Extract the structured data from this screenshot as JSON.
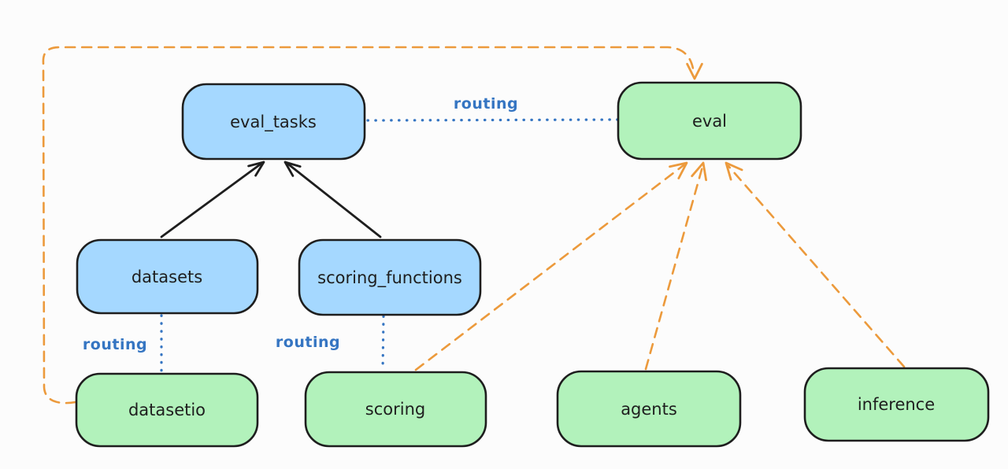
{
  "diagram": {
    "background_color": "#fcfcfc",
    "stroke_color": "#1e1e1e",
    "blue_accent": "#3575c2",
    "orange_accent": "#ec9a3c",
    "nodes": {
      "eval_tasks": {
        "label": "eval_tasks",
        "fill": "#a5d8ff",
        "kind": "registry"
      },
      "eval": {
        "label": "eval",
        "fill": "#b2f2bb",
        "kind": "api"
      },
      "datasets": {
        "label": "datasets",
        "fill": "#a5d8ff",
        "kind": "registry"
      },
      "scoring_functions": {
        "label": "scoring_functions",
        "fill": "#a5d8ff",
        "kind": "registry"
      },
      "datasetio": {
        "label": "datasetio",
        "fill": "#b2f2bb",
        "kind": "api"
      },
      "scoring": {
        "label": "scoring",
        "fill": "#b2f2bb",
        "kind": "api"
      },
      "agents": {
        "label": "agents",
        "fill": "#b2f2bb",
        "kind": "api"
      },
      "inference": {
        "label": "inference",
        "fill": "#b2f2bb",
        "kind": "api"
      }
    },
    "edge_labels": {
      "routing_eval_tasks_eval": "routing",
      "routing_datasets_datasetio": "routing",
      "routing_scoring_functions_scoring": "routing"
    },
    "edges": [
      {
        "from": "datasets",
        "to": "eval_tasks",
        "style": "solid",
        "color": "black",
        "arrow": true
      },
      {
        "from": "scoring_functions",
        "to": "eval_tasks",
        "style": "solid",
        "color": "black",
        "arrow": true
      },
      {
        "from": "eval_tasks",
        "to": "eval",
        "style": "dotted",
        "color": "blue",
        "label": "routing"
      },
      {
        "from": "datasets",
        "to": "datasetio",
        "style": "dotted",
        "color": "blue",
        "label": "routing"
      },
      {
        "from": "scoring_functions",
        "to": "scoring",
        "style": "dotted",
        "color": "blue",
        "label": "routing"
      },
      {
        "from": "datasetio",
        "to": "eval",
        "style": "dashed",
        "color": "orange",
        "arrow": true
      },
      {
        "from": "scoring",
        "to": "eval",
        "style": "dashed",
        "color": "orange",
        "arrow": true
      },
      {
        "from": "agents",
        "to": "eval",
        "style": "dashed",
        "color": "orange",
        "arrow": true
      },
      {
        "from": "inference",
        "to": "eval",
        "style": "dashed",
        "color": "orange",
        "arrow": true
      }
    ]
  }
}
